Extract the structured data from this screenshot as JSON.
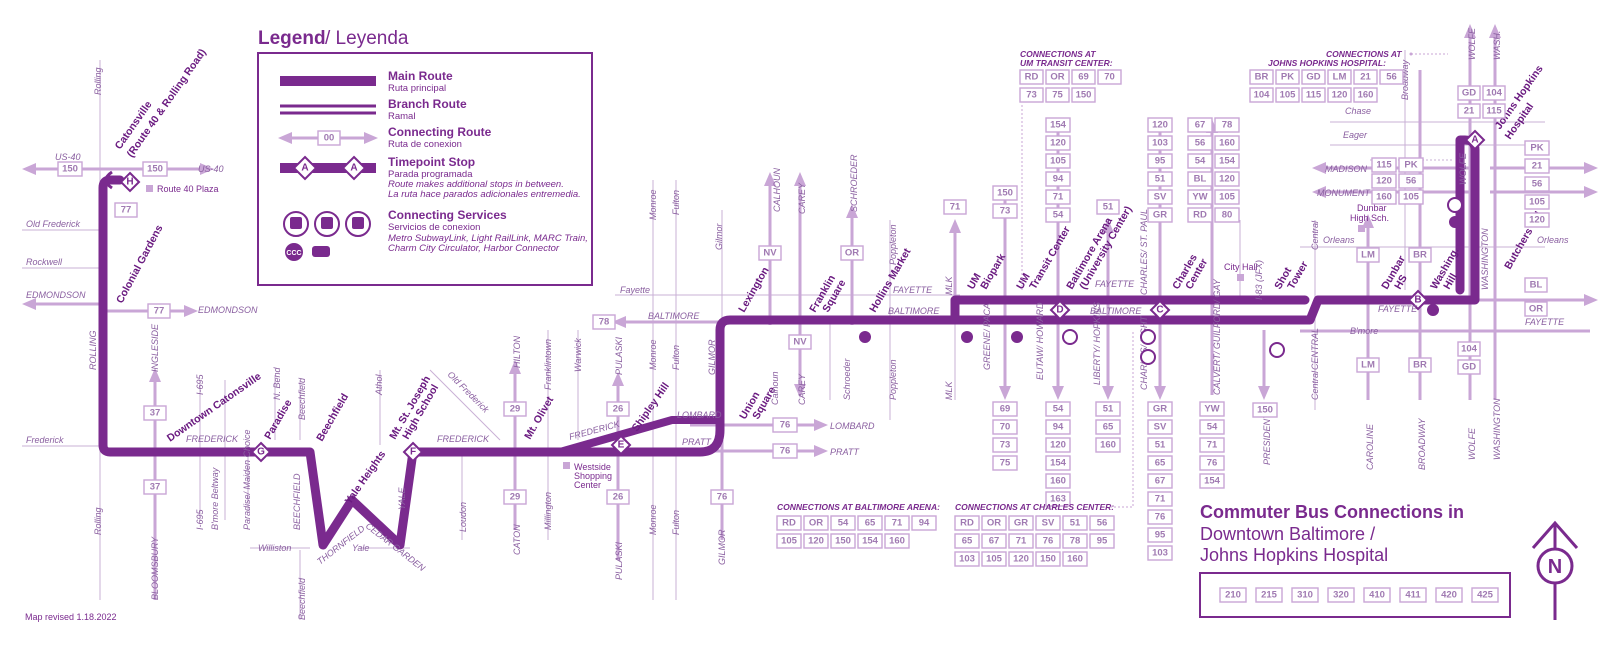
{
  "legend": {
    "title": "Legend",
    "title_es": "/ Leyenda",
    "main_route": "Main Route",
    "main_route_es": "Ruta principal",
    "branch_route": "Branch Route",
    "branch_route_es": "Ramal",
    "connecting_route": "Connecting Route",
    "connecting_route_es": "Ruta de conexion",
    "connecting_sample": "00",
    "timepoint": "Timepoint Stop",
    "timepoint_es": "Parada programada",
    "timepoint_note1": "Route makes additional stops in between.",
    "timepoint_note2": "La ruta hace parados adicionales entremedia.",
    "services": "Connecting Services",
    "services_es": "Servicios de conexion",
    "services_note1": "Metro SubwayLink, Light RailLink, MARC Train,",
    "services_note2": "Charm City Circulator, Harbor Connector"
  },
  "title": {
    "line1": "Commuter Bus Connections in",
    "line2": "Downtown Baltimore /",
    "line3": "Johns Hopkins Hospital"
  },
  "commuter_routes": [
    "210",
    "215",
    "310",
    "320",
    "410",
    "411",
    "420",
    "425"
  ],
  "revised": "Map revised 1.18.2022",
  "north": "N",
  "timepoints": [
    {
      "letter": "H"
    },
    {
      "letter": "G"
    },
    {
      "letter": "F"
    },
    {
      "letter": "E"
    },
    {
      "letter": "D"
    },
    {
      "letter": "C"
    },
    {
      "letter": "B"
    },
    {
      "letter": "A"
    }
  ],
  "stops": {
    "catonsville": "Catonsville",
    "catonsville_sub": "(Route 40 & Rolling Road)",
    "route40_plaza": "Route 40 Plaza",
    "colonial_gardens": "Colonial Gardens",
    "downtown_catonsville": "Downtown Catonsville",
    "paradise": "Paradise",
    "beechfield": "Beechfield",
    "yale_heights": "Yale Heights",
    "mt_st_joseph1": "Mt. St. Joseph",
    "mt_st_joseph2": "High School",
    "mt_olivet": "Mt. Olivet",
    "shipley_hill": "Shipley Hill",
    "westside1": "Westside",
    "westside2": "Shopping",
    "westside3": "Center",
    "union_square1": "Union",
    "union_square2": "Square",
    "lexington": "Lexington",
    "franklin_square1": "Franklin",
    "franklin_square2": "Square",
    "hollins_market": "Hollins Market",
    "um_biopark1": "UM",
    "um_biopark2": "Biopark",
    "um_transit1": "UM",
    "um_transit2": "Transit Center",
    "arena1": "Baltimore Arena",
    "arena2": "(University Center)",
    "charles_center1": "Charles",
    "charles_center2": "Center",
    "city_hall": "City Hall",
    "shot_tower1": "Shot",
    "shot_tower2": "Tower",
    "dunbar_label1": "Dunbar",
    "dunbar_label2": "High Sch.",
    "dunbar_hs1": "Dunbar",
    "dunbar_hs2": "HS",
    "washington_hill1": "Washing.",
    "washington_hill2": "Hill",
    "jhh1": "Johns Hopkins",
    "jhh2": "Hospital",
    "butchers_hill": "Butchers Hill"
  },
  "connection_groups": {
    "um_transit_title1": "CONNECTIONS AT",
    "um_transit_title2": "UM TRANSIT CENTER:",
    "um_transit_routes": [
      "RD",
      "OR",
      "69",
      "70",
      "73",
      "75",
      "150"
    ],
    "jhh_title1": "CONNECTIONS AT",
    "jhh_title2": "JOHNS HOPKINS HOSPITAL:",
    "jhh_routes": [
      "BR",
      "PK",
      "GD",
      "LM",
      "21",
      "56",
      "104",
      "105",
      "115",
      "120",
      "160"
    ],
    "arena_title": "CONNECTIONS AT BALTIMORE ARENA:",
    "arena_routes": [
      "RD",
      "OR",
      "54",
      "65",
      "71",
      "94",
      "105",
      "120",
      "150",
      "154",
      "160"
    ],
    "charles_title": "CONNECTIONS AT CHARLES CENTER:",
    "charles_routes": [
      "RD",
      "OR",
      "GR",
      "SV",
      "51",
      "56",
      "65",
      "67",
      "71",
      "76",
      "78",
      "95",
      "103",
      "105",
      "120",
      "150",
      "160"
    ]
  },
  "route_boxes": {
    "us40": "150",
    "r77a": "77",
    "r77b": "77",
    "ingleside": "37",
    "bloomsbury": "37",
    "hilton": "29",
    "caton": "29",
    "r78": "78",
    "pulaski_n": "26",
    "pulaski_s": "26",
    "lombard": "76",
    "pratt": "76",
    "gilmor_s": "76",
    "calhoun_col": [
      "NV"
    ],
    "carey_s": "NV",
    "schroeder": "OR",
    "mlk_n": "71",
    "greene_n": [
      "150",
      "73"
    ],
    "um_col": [
      "154",
      "120",
      "105",
      "94",
      "71",
      "54"
    ],
    "arena_n": "51",
    "charles_n": [
      "120",
      "103",
      "95",
      "51",
      "SV",
      "GR"
    ],
    "calvert_n": [
      "67",
      "78",
      "56",
      "160",
      "54",
      "154",
      "BL",
      "120",
      "YW",
      "105",
      "RD",
      "80"
    ],
    "greene_s": [
      "69",
      "70",
      "73",
      "75"
    ],
    "eutaw_s": [
      "54",
      "94",
      "120",
      "154",
      "160",
      "163"
    ],
    "liberty_s": [
      "51",
      "65",
      "160"
    ],
    "charles_s": [
      "GR",
      "SV",
      "51",
      "65",
      "67",
      "71",
      "76",
      "95",
      "103"
    ],
    "calvert_s": [
      "YW",
      "54",
      "71",
      "76",
      "154"
    ],
    "president_s": "150",
    "lm_n": "LM",
    "lm_s": "LM",
    "br_n": "BR",
    "br_s": "BR",
    "madison": [
      "115",
      "PK"
    ],
    "monument1": [
      "120",
      "56"
    ],
    "monument2": [
      "160",
      "105"
    ],
    "wolfe_n": [
      "GD",
      "104",
      "21",
      "115"
    ],
    "right_col": [
      "PK",
      "21",
      "56",
      "105",
      "120"
    ],
    "wolfe_s": [
      "104",
      "GD"
    ],
    "bl": "BL",
    "or_fay": "OR"
  },
  "streets": {
    "us40": "US-40",
    "us40r": "US-40",
    "rolling": "Rolling",
    "rolling2": "ROLLING",
    "rolling3": "Rolling",
    "old_frederick": "Old Frederick",
    "rockwell": "Rockwell",
    "edmondson": "EDMONDSON",
    "edmondson2": "EDMONDSON",
    "frederick": "Frederick",
    "frederick2": "FREDERICK",
    "frederick3": "FREDERICK",
    "frederick4": "FREDERICK",
    "ingleside": "INGLESIDE",
    "bloomsbury": "BLOOMSBURY",
    "i695": "I-695",
    "i695b": "I-695",
    "bmore_beltway": "B'more Beltway",
    "nbend": "N. Bend",
    "beechfield": "Beechfield",
    "beechfield2": "BEECHFIELD",
    "beechfield3": "Beechfield",
    "paradise_maiden": "Paradise/ Maiden Choice",
    "williston": "Williston",
    "thornfield": "THORNFIELD",
    "yale": "Yale",
    "yale2": "YALE",
    "cedar_garden": "CEDAR GARDEN",
    "athol": "Athol",
    "old_frederick2": "Old Frederick",
    "loudon": "Loudon",
    "hilton": "HILTON",
    "caton": "CATON",
    "franklintown": "Franklintown",
    "millington": "Millington",
    "warwick": "Warwick",
    "pulaski": "PULASKI",
    "pulaski2": "PULASKI",
    "monroe": "Monroe",
    "monroe2": "Monroe",
    "monroe3": "Monroe",
    "fulton": "Fulton",
    "fulton2": "Fulton",
    "fulton3": "Fulton",
    "gilmor": "Gilmor",
    "gilmor2": "GILMOR",
    "gilmor3": "GILMOR",
    "fayette": "Fayette",
    "fayette2": "FAYETTE",
    "fayette3": "FAYETTE",
    "fayette4": "FAYETTE",
    "fayette5": "FAYETTE",
    "baltimore": "BALTIMORE",
    "baltimore2": "BALTIMORE",
    "baltimore3": "BALTIMORE",
    "lombard": "LOMBARD",
    "lombard2": "LOMBARD",
    "pratt": "PRATT",
    "pratt2": "PRATT",
    "calhoun": "CALHOUN",
    "calhoun2": "Calhoun",
    "carey": "CAREY",
    "carey2": "CAREY",
    "schroeder": "SCHROEDER",
    "schroeder2": "Schroeder",
    "poppleton": "Poppleton",
    "poppleton2": "Poppleton",
    "mlk": "MLK",
    "mlk2": "MLK",
    "greene_paca": "GREENE/ PACA",
    "eutaw_howard": "EUTAW/ HOWARD",
    "liberty_hopkins": "LIBERTY/ HOPKINS",
    "charles_stpaul": "CHARLES/ ST. PAUL",
    "charles_light": "CHARLES/ LIGHT",
    "calvert_guilford": "CALVERT/ GUILFORD/ GAY",
    "i83": "I-83 (JFX)",
    "president": "PRESIDENT",
    "central": "Central",
    "central2": "CENTRAL",
    "central3": "Central",
    "caroline": "CAROLINE",
    "broadway": "Broadway",
    "broadway2": "BROADWAY",
    "wolfe": "WOLFE",
    "wolfe2": "WOLFE",
    "wolfe3": "WOLFE",
    "wash": "WASH.",
    "washington": "WASHINGTON",
    "washington2": "WASHINGTON",
    "chase": "Chase",
    "eager": "Eager",
    "madison": "MADISON",
    "monument": "MONUMENT",
    "orleans": "Orleans",
    "orleans2": "Orleans",
    "bmore": "B'more"
  }
}
